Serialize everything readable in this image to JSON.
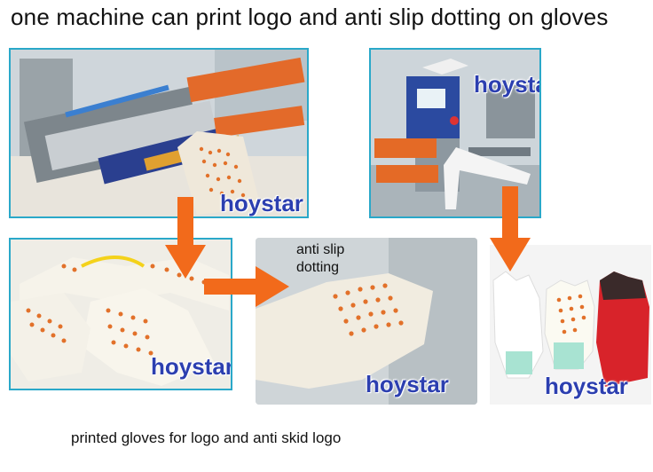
{
  "title": "one machine can print logo and anti slip dotting on gloves",
  "caption": "printed gloves for logo and anti skid logo",
  "watermark": "hoystar",
  "annotation": {
    "line1": "anti slip",
    "line2": "dotting"
  },
  "colors": {
    "frame": "#2aa8c9",
    "arrow": "#f26a1b",
    "watermark": "#2c3fb0",
    "dots": "#e2712a"
  }
}
